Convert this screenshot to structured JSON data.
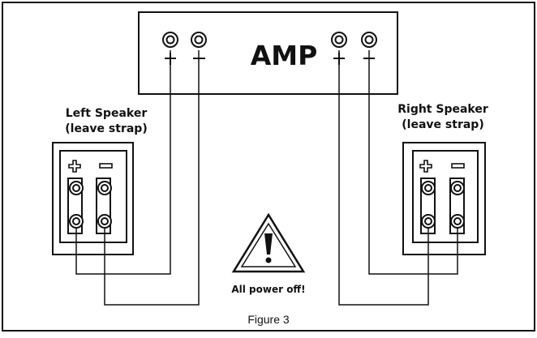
{
  "amp": {
    "label": "AMP"
  },
  "left_speaker": {
    "title_line1": "Left Speaker",
    "title_line2": "(leave strap)"
  },
  "right_speaker": {
    "title_line1": "Right Speaker",
    "title_line2": "(leave strap)"
  },
  "warning": {
    "text": "All power off!",
    "icon": "warning-triangle-icon"
  },
  "figure": {
    "caption": "Figure 3"
  },
  "terminal_symbols": {
    "positive": "plus-icon",
    "negative": "minus-icon"
  },
  "colors": {
    "line": "#111111",
    "background": "#ffffff"
  }
}
